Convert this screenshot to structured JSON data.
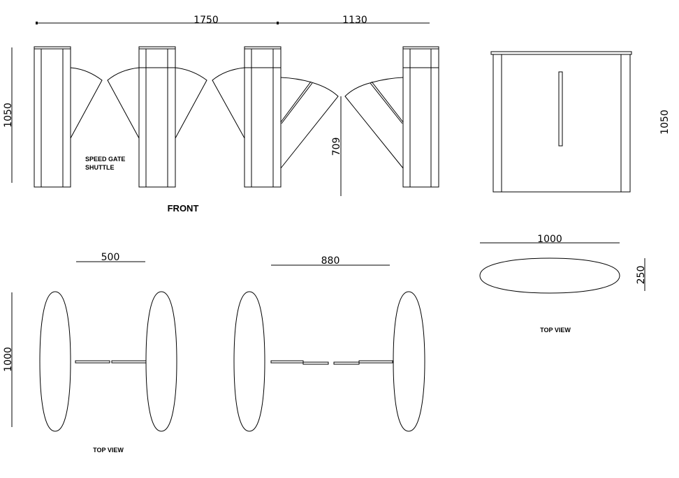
{
  "front_view": {
    "dims": {
      "total_left": "1750",
      "total_right": "1130",
      "height": "1050",
      "flap_height": "709"
    },
    "label_product_line1": "SPEED GATE",
    "label_product_line2": "SHUTTLE",
    "title": "FRONT"
  },
  "side_view": {
    "height": "1050"
  },
  "top_view_gates": {
    "dims": {
      "pillar_gap": "500",
      "gap_wide": "880",
      "depth": "1000"
    },
    "title": "TOP VIEW"
  },
  "top_view_single": {
    "dims": {
      "length": "1000",
      "width": "250"
    },
    "title": "TOP VIEW"
  }
}
